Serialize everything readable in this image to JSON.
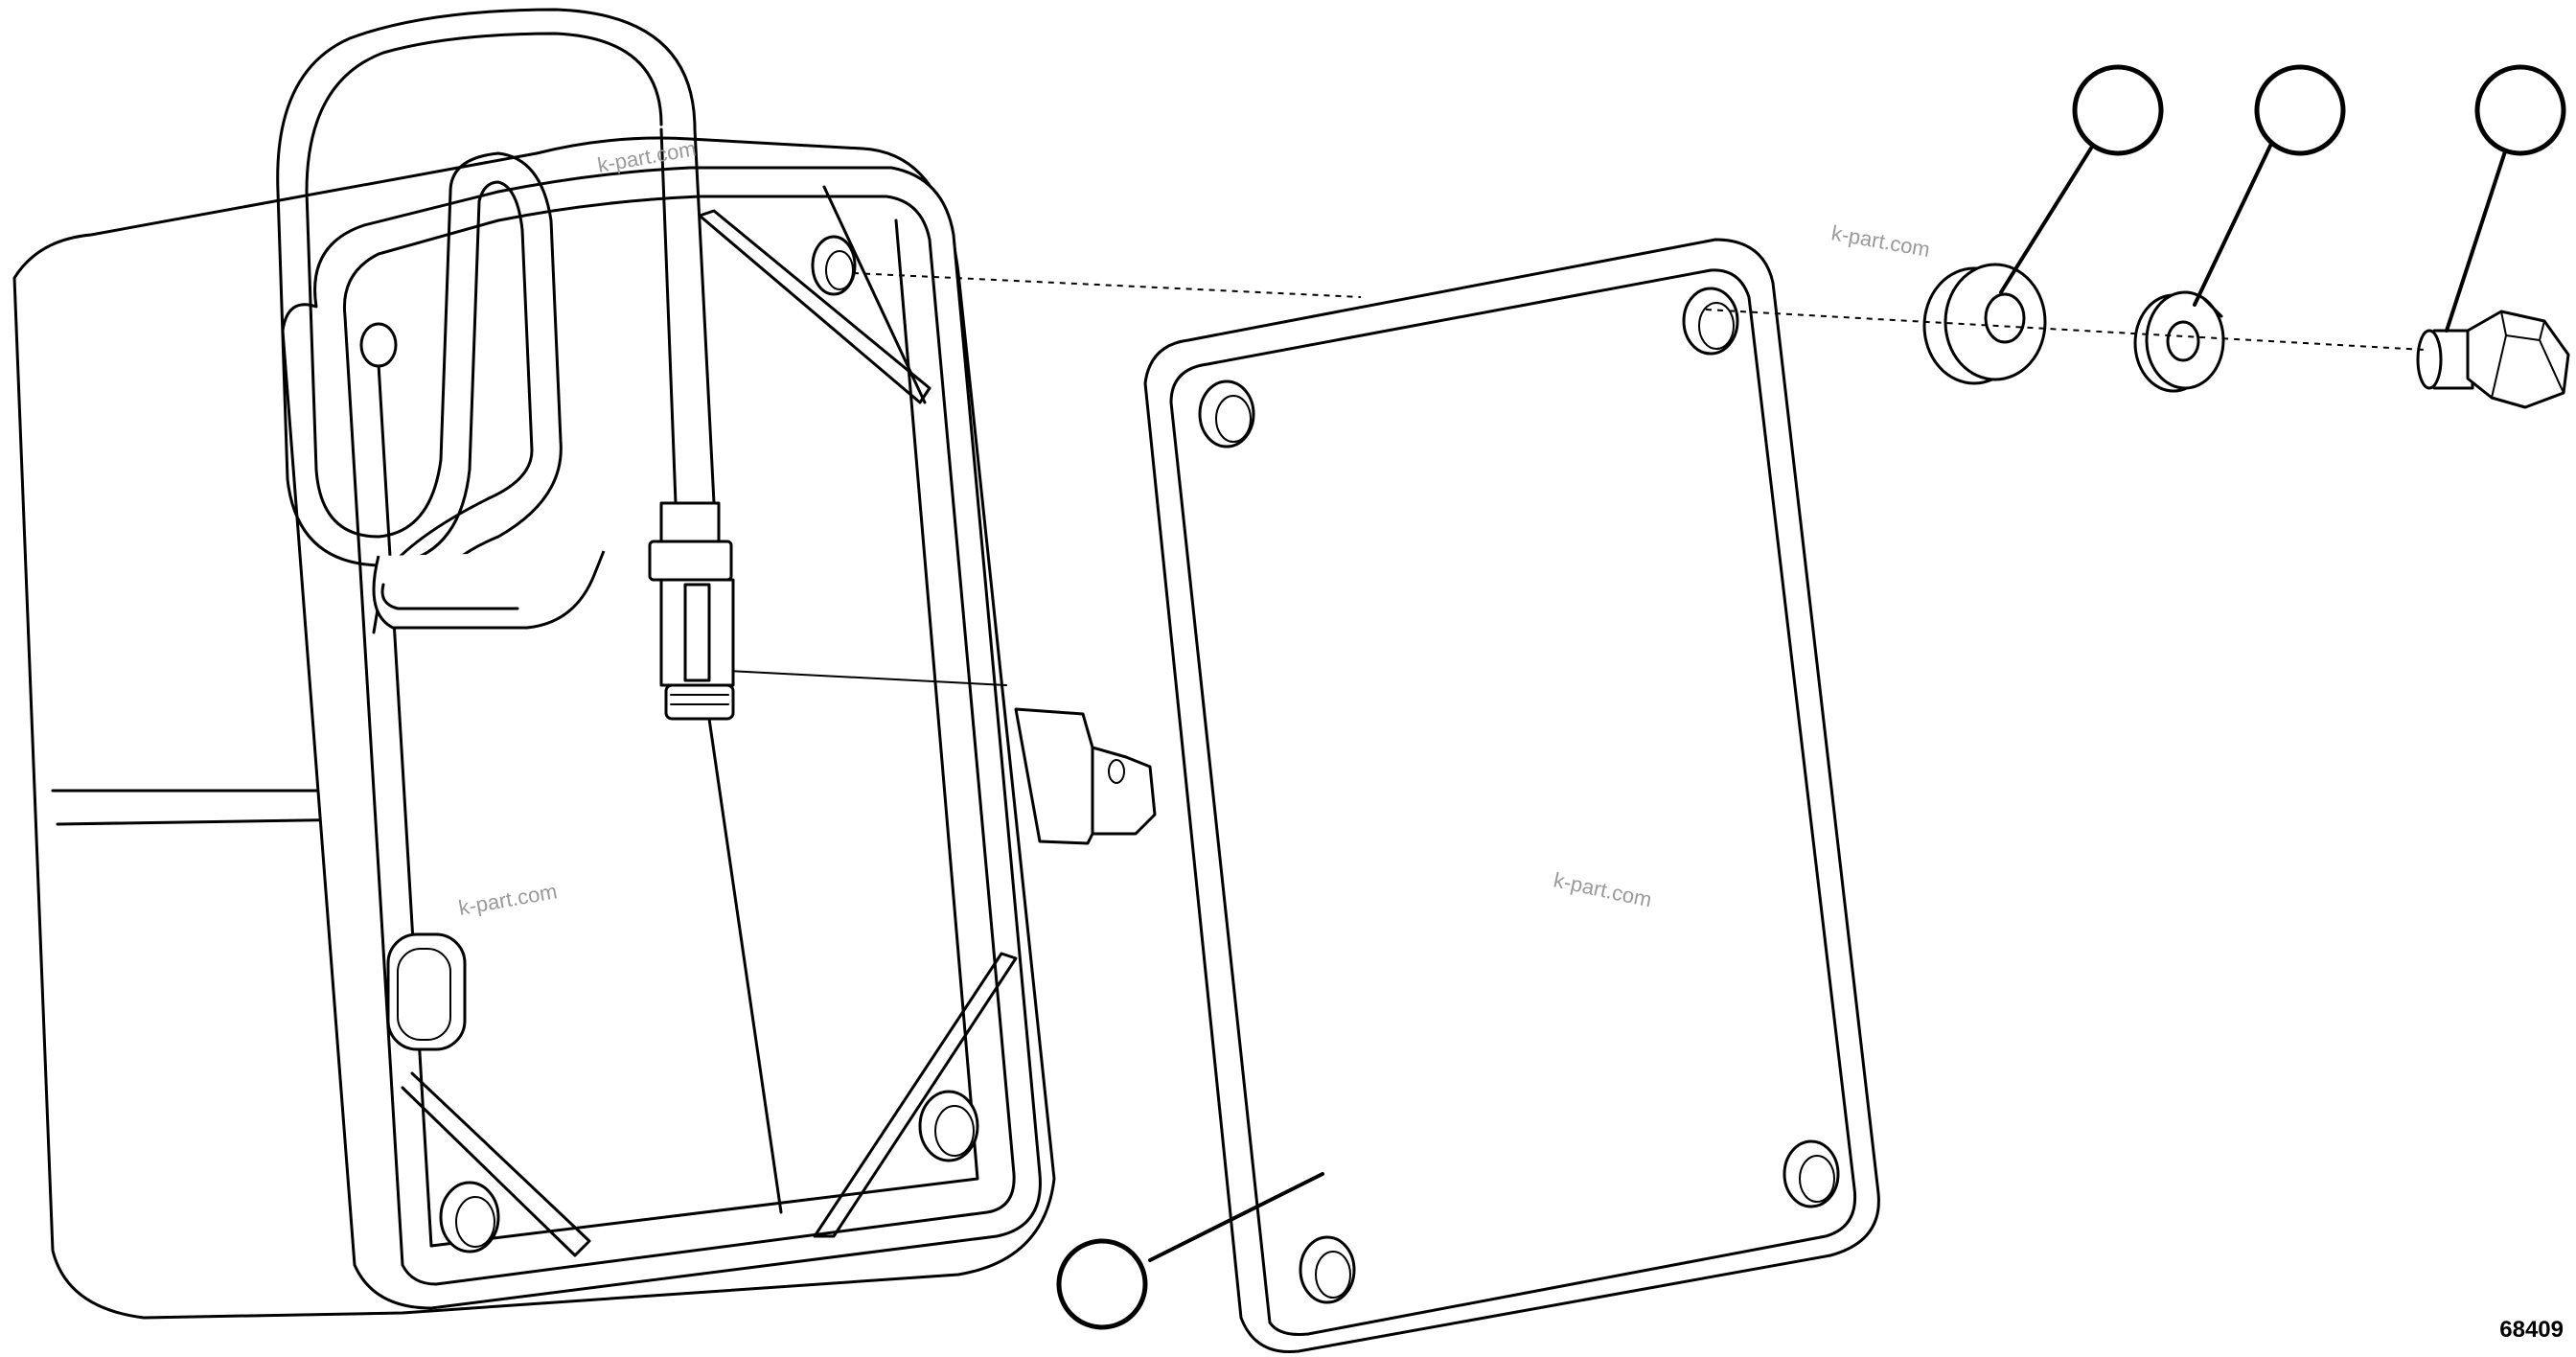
{
  "watermarks": [
    "k-part.com",
    "k-part.com",
    "k-part.com",
    "k-part.com"
  ],
  "figure_number": "68409",
  "callouts": [
    {
      "id": "washer",
      "label": ""
    },
    {
      "id": "lock-washer",
      "label": ""
    },
    {
      "id": "bolt",
      "label": ""
    },
    {
      "id": "cover",
      "label": ""
    }
  ]
}
